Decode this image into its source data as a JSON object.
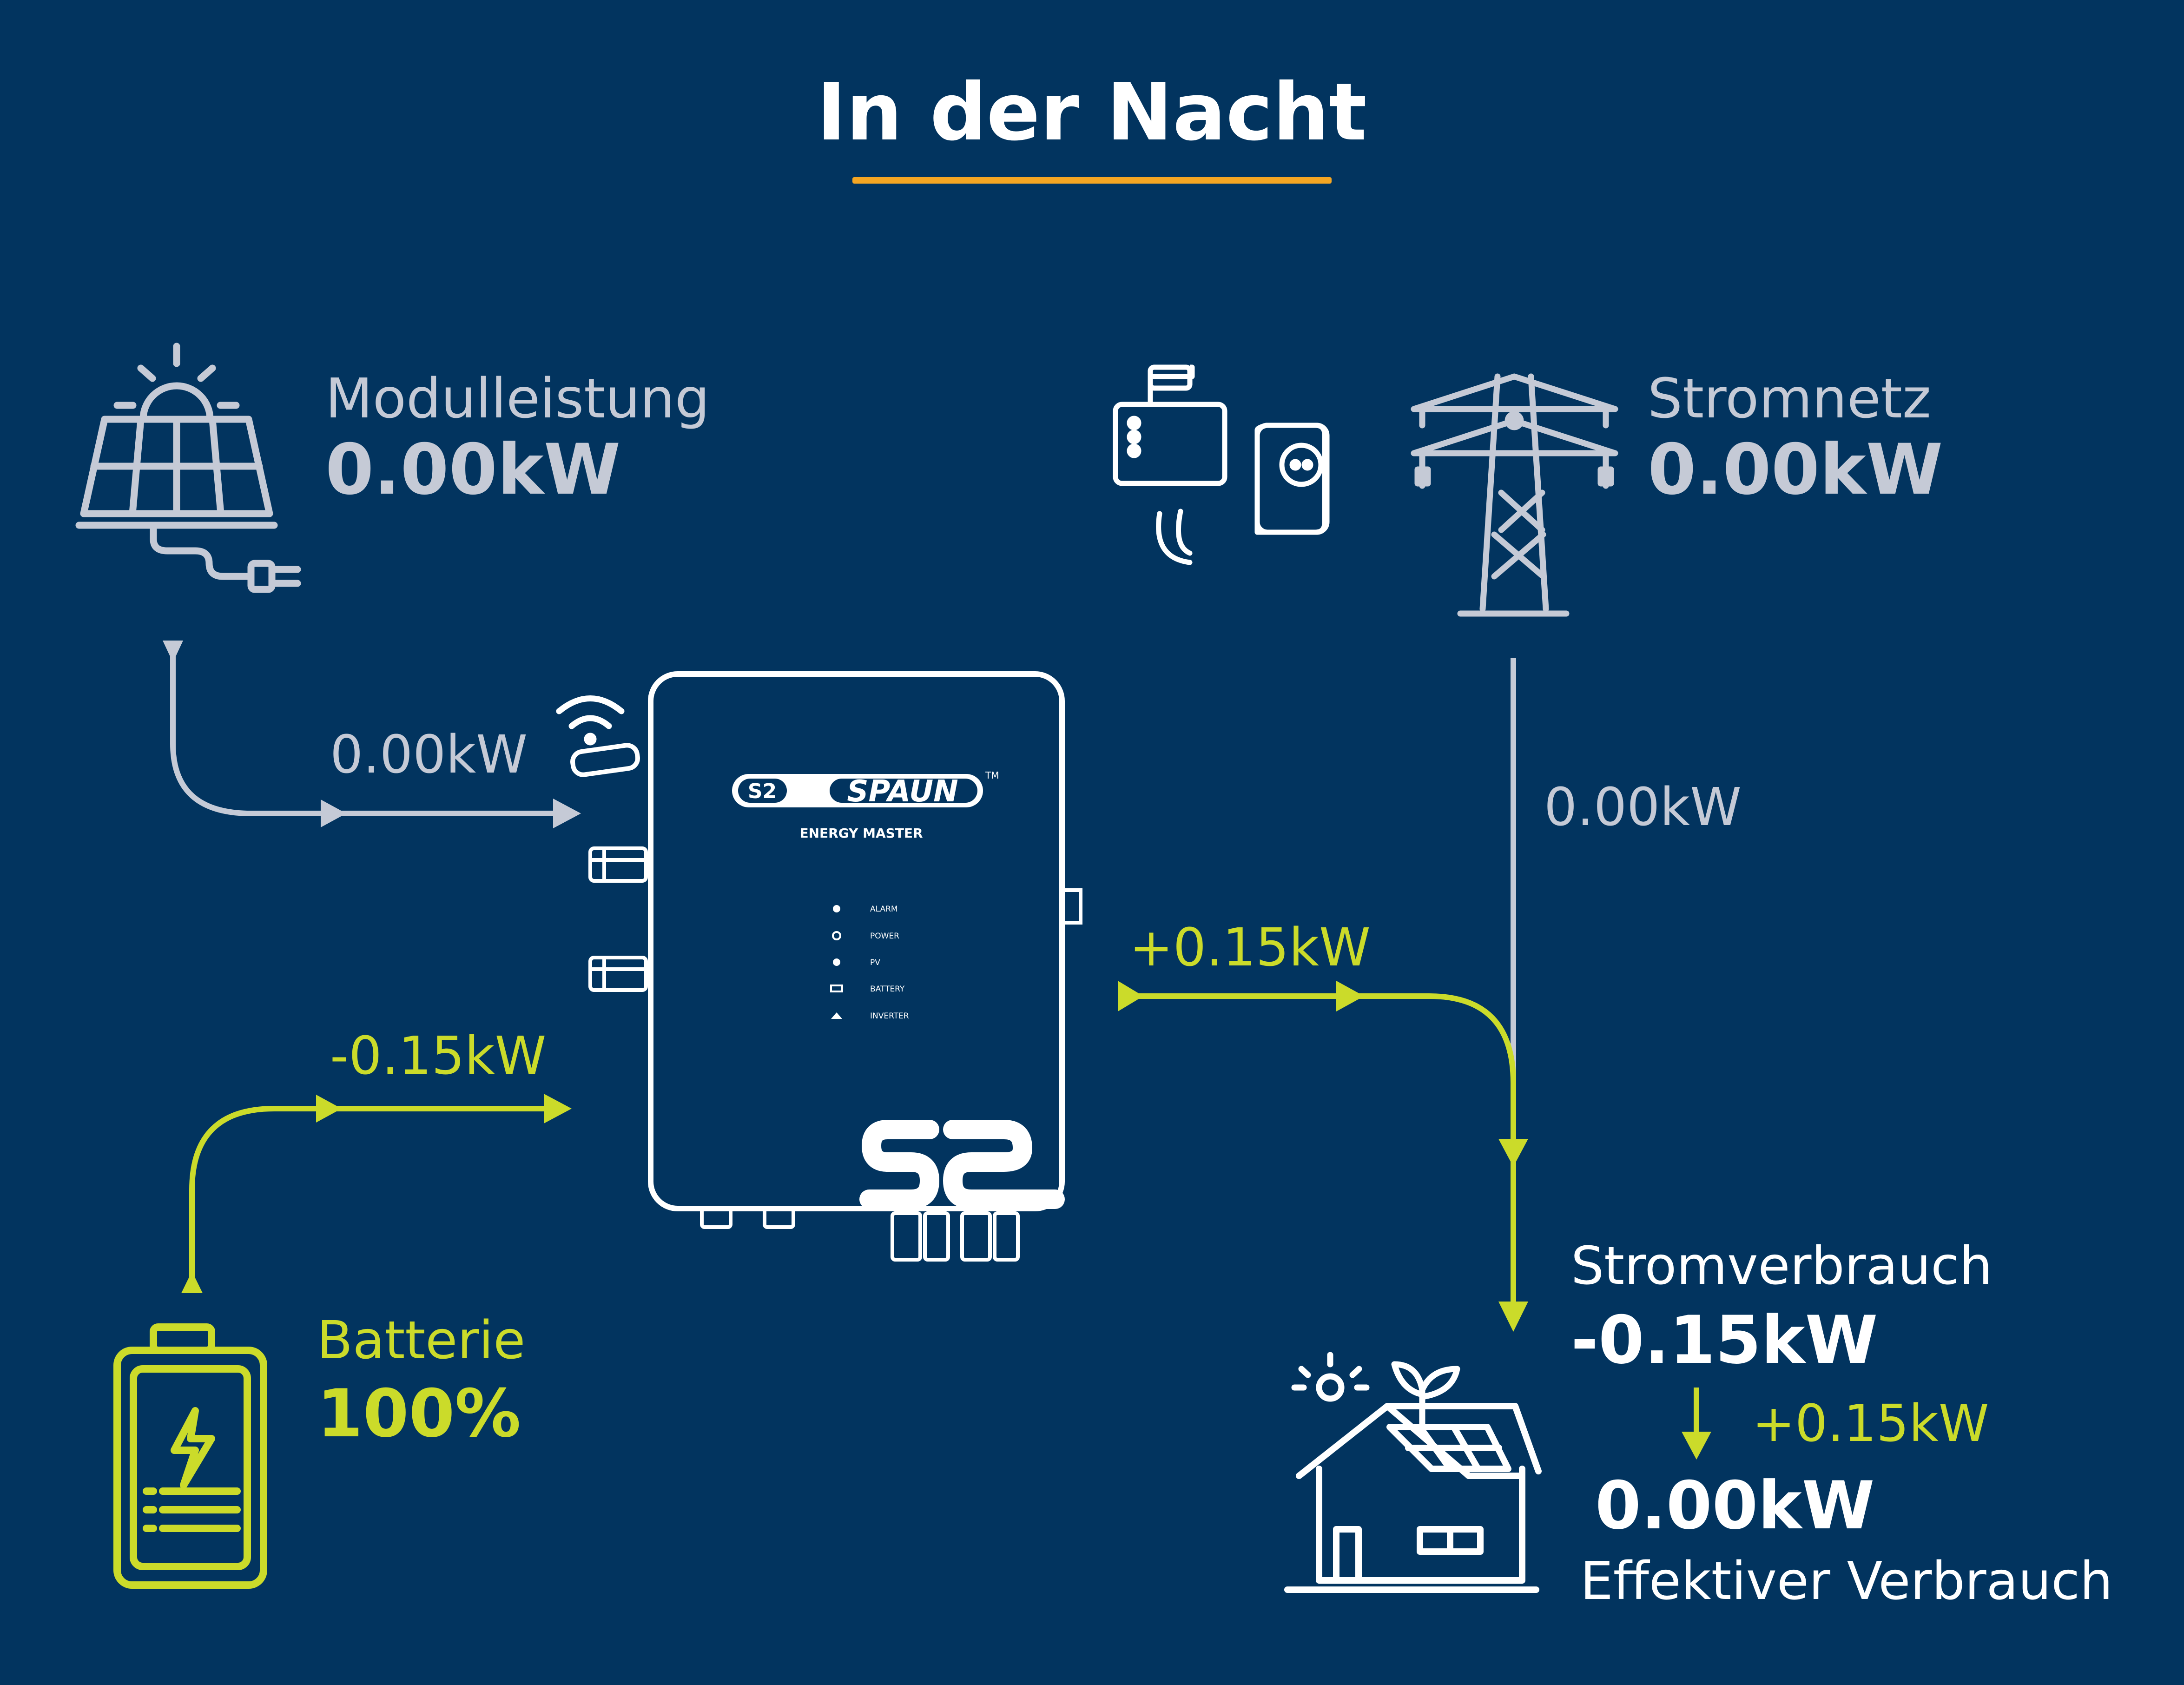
{
  "title": "In der Nacht",
  "colors": {
    "background": "#02345f",
    "accent_underline": "#f5a623",
    "grey": "#c5cad6",
    "green": "#cbdb2a",
    "white": "#ffffff"
  },
  "solar": {
    "label": "Modulleistung",
    "value": "0.00kW",
    "flow": "0.00kW"
  },
  "grid": {
    "label": "Stromnetz",
    "value": "0.00kW",
    "flow": "0.00kW"
  },
  "battery": {
    "label": "Batterie",
    "value": "100%",
    "flow": "-0.15kW"
  },
  "house": {
    "flow": "+0.15kW",
    "label": "Stromverbrauch",
    "value": "-0.15kW",
    "offset": "+0.15kW",
    "effective_value": "0.00kW",
    "effective_label": "Effektiver Verbrauch"
  },
  "device": {
    "logo_text": "SPAUN",
    "logo_mark": "S2",
    "trademark": "TM",
    "subtitle": "ENERGY MASTER",
    "indicators": [
      "ALARM",
      "POWER",
      "PV",
      "BATTERY",
      "INVERTER"
    ]
  },
  "icons": [
    "solar-panel-icon",
    "battery-icon",
    "meter-icon",
    "smart-plug-icon",
    "wireless-signal-icon",
    "power-tower-icon",
    "house-icon",
    "wifi-icon",
    "sun-icon",
    "sprout-icon"
  ]
}
